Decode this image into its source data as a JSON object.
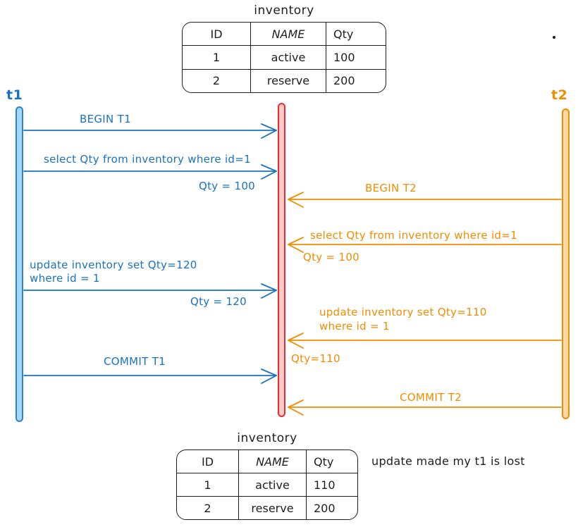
{
  "colors": {
    "t1_blue": "#1971c2",
    "t1_fill": "#a5d8ff",
    "db_red": "#e03131",
    "db_fill": "#ffc9c9",
    "t2_orange": "#f08c00",
    "t2_fill": "#ffd8a8",
    "ink": "#1e1e1e"
  },
  "top_table": {
    "title": "inventory",
    "headers": [
      "ID",
      "NAME",
      "Qty"
    ],
    "rows": [
      [
        "1",
        "active",
        "100"
      ],
      [
        "2",
        "reserve",
        "200"
      ]
    ]
  },
  "bottom_table": {
    "title": "inventory",
    "headers": [
      "ID",
      "NAME",
      "Qty"
    ],
    "rows": [
      [
        "1",
        "active",
        "110"
      ],
      [
        "2",
        "reserve",
        "200"
      ]
    ]
  },
  "lifelines": {
    "t1_label": "t1",
    "t2_label": "t2"
  },
  "messages": {
    "t1": [
      {
        "label": "BEGIN T1"
      },
      {
        "label": "select Qty from inventory where id=1",
        "result": "Qty = 100"
      },
      {
        "label": "update inventory set Qty=120",
        "label2": "where id = 1",
        "result": "Qty = 120"
      },
      {
        "label": "COMMIT T1"
      }
    ],
    "t2": [
      {
        "label": "BEGIN T2"
      },
      {
        "label": "select Qty from inventory where id=1",
        "result": "Qty = 100"
      },
      {
        "label": "update inventory set Qty=110",
        "label2": "where id = 1",
        "result": "Qty=110"
      },
      {
        "label": "COMMIT T2"
      }
    ]
  },
  "note": "update made my t1 is lost"
}
